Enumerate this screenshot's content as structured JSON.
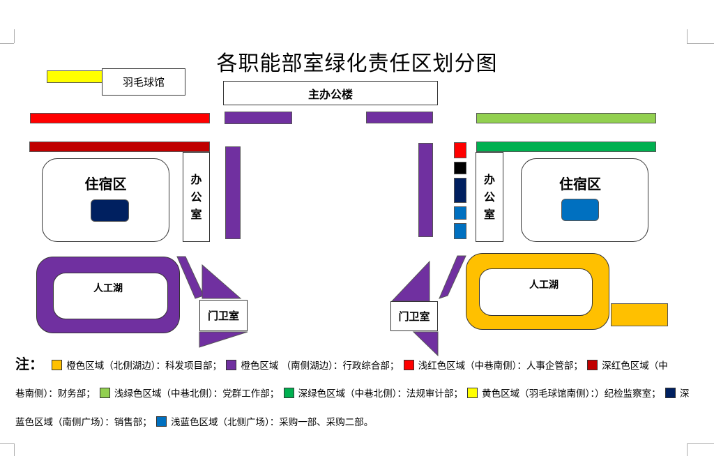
{
  "title": "各职能部室绿化责任区划分图",
  "buildings": {
    "badminton": "羽毛球馆",
    "main_office": "主办公楼",
    "dorm_left": "住宿区",
    "dorm_right": "住宿区",
    "office_left": [
      "办",
      "公",
      "室"
    ],
    "office_right": [
      "办",
      "公",
      "室"
    ],
    "lake_left": "人工湖",
    "lake_right": "人工湖",
    "gate_left": "门卫室",
    "gate_right": "门卫室"
  },
  "colors": {
    "yellow": "#ffff00",
    "red": "#ff0000",
    "dark_red": "#c00000",
    "light_green": "#92d050",
    "dark_green": "#00b050",
    "purple": "#7030a0",
    "orange": "#ffc000",
    "dark_blue": "#002060",
    "light_blue": "#0070c0",
    "black": "#000000"
  },
  "legend": {
    "prefix": "注：",
    "lines": [
      [
        {
          "swatch": "#ffc000",
          "text": "橙色区域（北侧湖边）：科发项目部；"
        },
        {
          "swatch": "#7030a0",
          "text": "橙色区域 （南侧湖边）：行政综合部；"
        },
        {
          "swatch": "#ff0000",
          "text": "浅红色区域（中巷南侧）：人事企管部；"
        },
        {
          "swatch": "#c00000",
          "text": "深红色区域（中"
        }
      ],
      [
        {
          "swatch": null,
          "text": "巷南侧）：财务部；"
        },
        {
          "swatch": "#92d050",
          "text": "浅绿色区域（中巷北侧）：党群工作部；"
        },
        {
          "swatch": "#00b050",
          "text": "深绿色区域（中巷北侧）：法规审计部；"
        },
        {
          "swatch": "#ffff00",
          "text": "黄色区域（羽毛球馆南侧）：）纪检监察室；"
        },
        {
          "swatch": "#002060",
          "text": "深"
        }
      ],
      [
        {
          "swatch": null,
          "text": "蓝色区域（南侧广场）：销售部；"
        },
        {
          "swatch": "#0070c0",
          "text": "浅蓝色区域（北侧广场）：采购一部、采购二部。"
        }
      ]
    ]
  }
}
